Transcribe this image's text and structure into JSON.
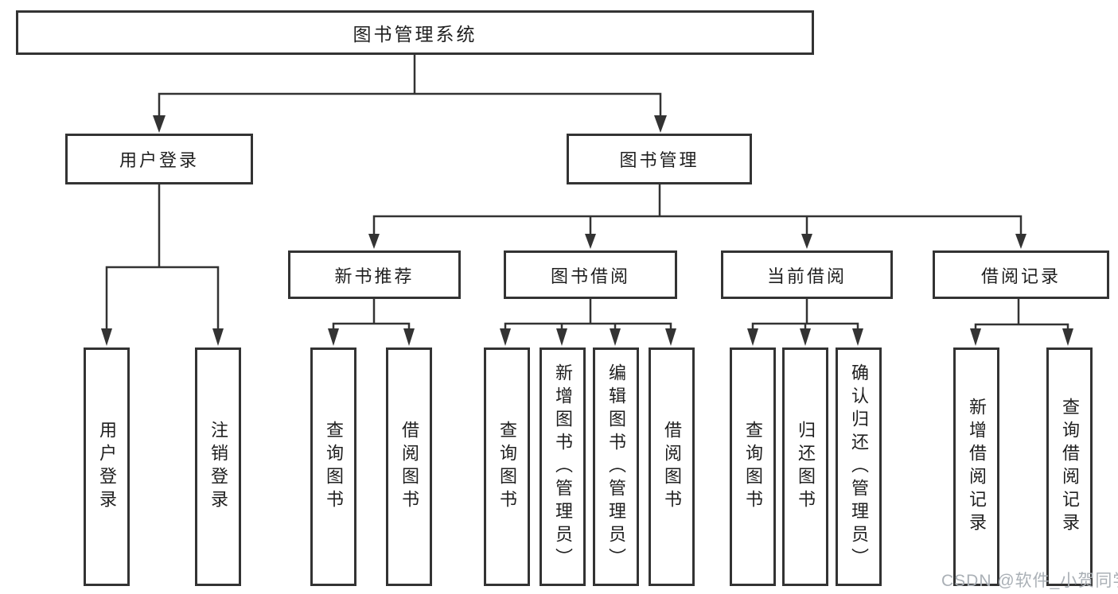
{
  "tree": {
    "root": "图书管理系统",
    "children": [
      {
        "label": "用户登录",
        "children": [
          {
            "label": "用户登录"
          },
          {
            "label": "注销登录"
          }
        ]
      },
      {
        "label": "图书管理",
        "children": [
          {
            "label": "新书推荐",
            "children": [
              {
                "label": "查询图书"
              },
              {
                "label": "借阅图书"
              }
            ]
          },
          {
            "label": "图书借阅",
            "children": [
              {
                "label": "查询图书"
              },
              {
                "label": "新增图书（管理员）"
              },
              {
                "label": "编辑图书（管理员）"
              },
              {
                "label": "借阅图书"
              }
            ]
          },
          {
            "label": "当前借阅",
            "children": [
              {
                "label": "查询图书"
              },
              {
                "label": "归还图书"
              },
              {
                "label": "确认归还（管理员）"
              }
            ]
          },
          {
            "label": "借阅记录",
            "children": [
              {
                "label": "新增借阅记录"
              },
              {
                "label": "查询借阅记录"
              }
            ]
          }
        ]
      }
    ]
  },
  "watermark": "CSDN @软件_小贺同学",
  "colors": {
    "line": "#333333",
    "box_border": "#333333",
    "text": "#1f1f1f",
    "watermark": "#aab0b6",
    "background": "#ffffff"
  }
}
